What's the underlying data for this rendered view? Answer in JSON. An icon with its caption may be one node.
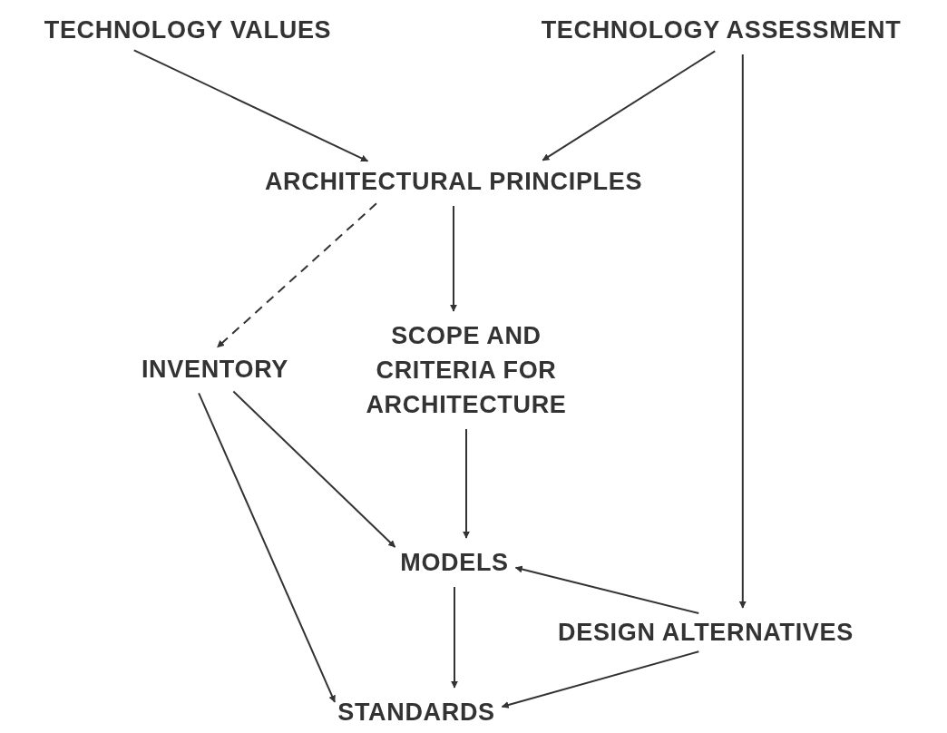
{
  "diagram": {
    "nodes": [
      {
        "text": [
          "TECHNOLOGY VALUES"
        ]
      },
      {
        "text": [
          "TECHNOLOGY ASSESSMENT"
        ]
      },
      {
        "text": [
          "ARCHITECTURAL PRINCIPLES"
        ]
      },
      {
        "text": [
          "INVENTORY"
        ]
      },
      {
        "text": [
          "SCOPE AND CRITERIA FOR ARCHITECTURE"
        ]
      },
      {
        "text": [
          "MODELS"
        ]
      },
      {
        "text": [
          "DESIGN ALTERNATIVES"
        ]
      },
      {
        "text": [
          "STANDARDS"
        ]
      }
    ],
    "edges": [
      {
        "from": 0,
        "to": 2,
        "arrow": "to"
      },
      {
        "from": 1,
        "to": 2,
        "arrow": "to"
      },
      {
        "from": 1,
        "to": 6,
        "arrow": "to"
      },
      {
        "from": 2,
        "to": 3,
        "arrow": "to",
        "style": "dashed"
      },
      {
        "from": 2,
        "to": 4,
        "arrow": "to"
      },
      {
        "from": 3,
        "to": 5,
        "arrow": "to"
      },
      {
        "from": 3,
        "to": 7,
        "arrow": "to"
      },
      {
        "from": 4,
        "to": 5,
        "arrow": "to"
      },
      {
        "from": 6,
        "to": 5,
        "arrow": "to"
      },
      {
        "from": 5,
        "to": 7,
        "arrow": "to"
      },
      {
        "from": 6,
        "to": 7,
        "arrow": "to"
      }
    ]
  }
}
